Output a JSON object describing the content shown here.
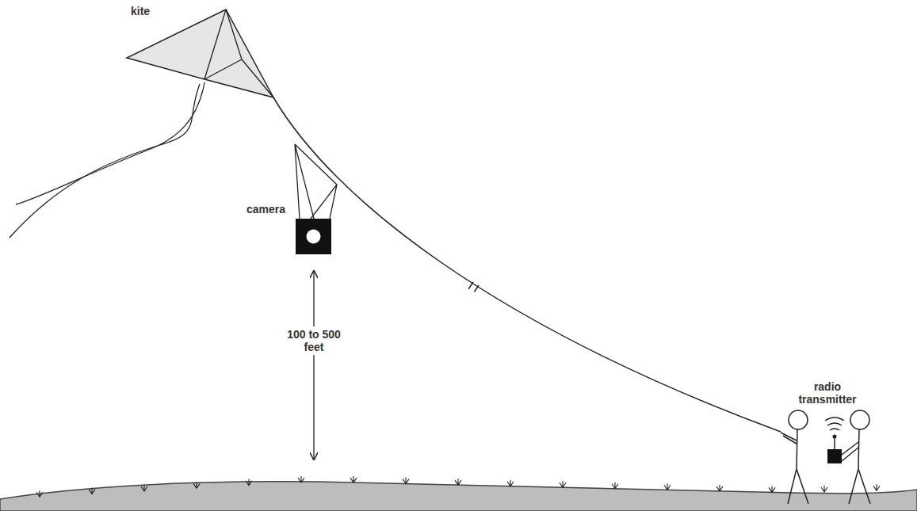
{
  "diagram": {
    "labels": [
      "kite",
      "camera",
      "100 to 500 feet",
      "radio transmitter"
    ]
  }
}
